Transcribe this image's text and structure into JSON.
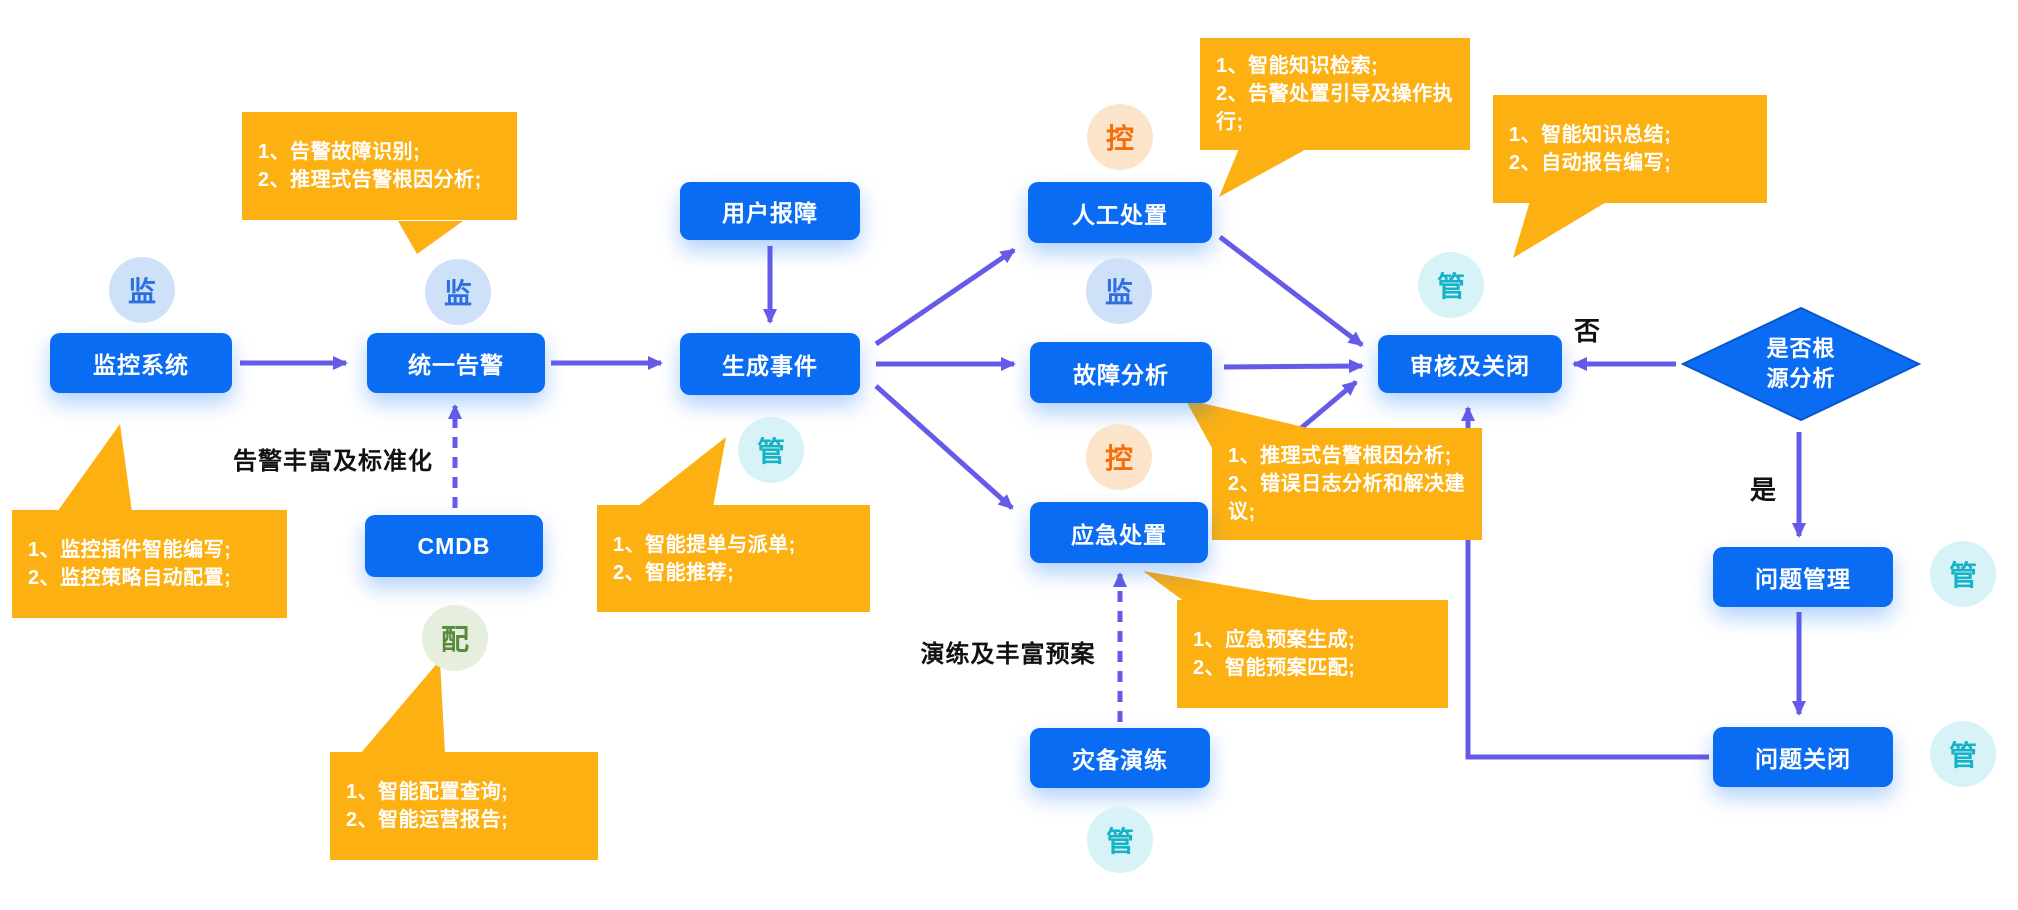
{
  "nodes": [
    {
      "id": "monitor-system",
      "label": "监控系统"
    },
    {
      "id": "unified-alert",
      "label": "统一告警"
    },
    {
      "id": "cmdb",
      "label": "CMDB"
    },
    {
      "id": "user-report",
      "label": "用户报障"
    },
    {
      "id": "create-incident",
      "label": "生成事件"
    },
    {
      "id": "manual-handling",
      "label": "人工处置"
    },
    {
      "id": "fault-analysis",
      "label": "故障分析"
    },
    {
      "id": "emergency-handling",
      "label": "应急处置"
    },
    {
      "id": "review-close",
      "label": "审核及关闭"
    },
    {
      "id": "dr-drill",
      "label": "灾备演练"
    },
    {
      "id": "problem-management",
      "label": "问题管理"
    },
    {
      "id": "problem-close",
      "label": "问题关闭"
    }
  ],
  "decision": {
    "id": "root-cause-decision",
    "label": "是否根源分析"
  },
  "edge_labels": {
    "no": "否",
    "yes": "是"
  },
  "flow_labels": {
    "alert_standardization": "告警丰富及标准化",
    "drill_enrich": "演练及丰富预案"
  },
  "badges": {
    "monitor": "监",
    "manage": "管",
    "control": "控",
    "config": "配"
  },
  "callouts": [
    {
      "id": "alert-fault-recognition",
      "lines": [
        "1、告警故障识别;",
        "2、推理式告警根因分析;"
      ]
    },
    {
      "id": "monitor-plugin",
      "lines": [
        "1、监控插件智能编写;",
        "2、监控策略自动配置;"
      ]
    },
    {
      "id": "config-query",
      "lines": [
        "1、智能配置查询;",
        "2、智能运营报告;"
      ]
    },
    {
      "id": "smart-ticket",
      "lines": [
        "1、智能提单与派单;",
        "2、智能推荐;"
      ]
    },
    {
      "id": "knowledge-search",
      "lines": [
        "1、智能知识检索;",
        "2、告警处置引导及操作执行;"
      ]
    },
    {
      "id": "knowledge-summary",
      "lines": [
        "1、智能知识总结;",
        "2、自动报告编写;"
      ]
    },
    {
      "id": "root-cause-analysis",
      "lines": [
        "1、推理式告警根因分析;",
        "2、错误日志分析和解决建议;"
      ]
    },
    {
      "id": "emergency-plan",
      "lines": [
        "1、应急预案生成;",
        "2、智能预案匹配;"
      ]
    }
  ],
  "colors": {
    "node_fill": "#0a6cf2",
    "arrow": "#655be8",
    "callout_fill": "#fcb012",
    "badge_monitor_bg": "#cfe1f8",
    "badge_monitor_fg": "#2e6fe0",
    "badge_manage_bg": "#d7f3f7",
    "badge_manage_fg": "#18b2c8",
    "badge_control_bg": "#fce4cb",
    "badge_control_fg": "#f56e0a",
    "badge_config_bg": "#e6efdd",
    "badge_config_fg": "#5a8a3c",
    "label_color": "#111111"
  }
}
